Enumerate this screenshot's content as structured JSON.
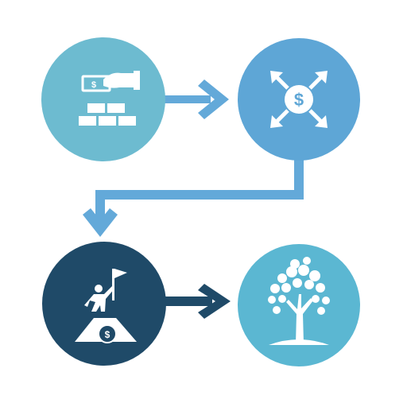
{
  "colors": {
    "background": "#ffffff",
    "step1_circle": "#6dbbd0",
    "step2_circle": "#5ea6d6",
    "step3_circle": "#1f4a68",
    "step4_circle": "#5bb7d2",
    "connector": "#63a9d9",
    "connector_dark": "#1f4a68",
    "icon": "#ffffff"
  },
  "steps": [
    {
      "id": "step-1",
      "icon": "hand-cash-bricks-icon"
    },
    {
      "id": "step-2",
      "icon": "dollar-expand-icon"
    },
    {
      "id": "step-3",
      "icon": "person-flag-summit-icon"
    },
    {
      "id": "step-4",
      "icon": "money-tree-icon"
    }
  ],
  "connectors": [
    {
      "from": "step-1",
      "to": "step-2",
      "style": "arrow-right"
    },
    {
      "from": "step-2",
      "to": "step-3",
      "style": "elbow-down-left"
    },
    {
      "from": "step-3",
      "to": "step-4",
      "style": "arrow-right-dark"
    }
  ],
  "icon_text": {
    "dollar": "$"
  }
}
